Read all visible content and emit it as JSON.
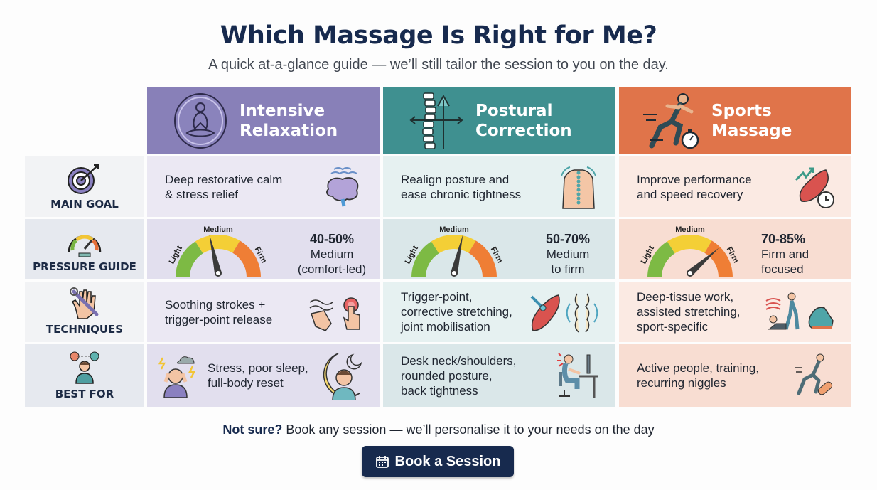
{
  "title": "Which Massage Is Right for Me?",
  "subtitle": "A quick at-a-glance guide — we’ll still tailor the session to you on the day.",
  "colors": {
    "navy": "#172a4e",
    "relax_header": "#8880b8",
    "postural_header": "#3f9090",
    "sports_header": "#e0744a",
    "relax_cell": "#ebe8f3",
    "relax_cell_alt": "#e2dfee",
    "postural_cell": "#e6f1f1",
    "postural_cell_alt": "#dae7e9",
    "sports_cell": "#fbeae3",
    "sports_cell_alt": "#f8ddd2",
    "label_cell": "#f2f3f5",
    "label_cell_alt": "#e6e9ef"
  },
  "row_labels": [
    {
      "label": "MAIN GOAL",
      "icon": "target-icon"
    },
    {
      "label": "PRESSURE GUIDE",
      "icon": "gauge-icon"
    },
    {
      "label": "TECHNIQUES",
      "icon": "hand-wrench-icon"
    },
    {
      "label": "BEST FOR",
      "icon": "person-icon"
    }
  ],
  "gauge_labels": {
    "light": "Light",
    "medium": "Medium",
    "firm": "Firm"
  },
  "columns": [
    {
      "title": "Intensive\nRelaxation",
      "header_icon": "meditation-icon",
      "main_goal": "Deep restorative calm\n& stress relief",
      "main_goal_icon": "brain-icon",
      "pressure_pct": "40-50%",
      "pressure_desc": "Medium\n(comfort-led)",
      "pressure_needle": 0.42,
      "techniques": "Soothing strokes +\ntrigger-point release",
      "techniques_icon": "hands-icon",
      "best_for": "Stress, poor sleep,\nfull-body reset",
      "best_for_icon": "sleep-icon"
    },
    {
      "title": "Postural\nCorrection",
      "header_icon": "spine-icon",
      "main_goal": "Realign posture and\nease chronic tightness",
      "main_goal_icon": "back-icon",
      "pressure_pct": "50-70%",
      "pressure_desc": "Medium\nto firm",
      "pressure_needle": 0.58,
      "techniques": "Trigger-point,\ncorrective stretching,\njoint mobilisation",
      "techniques_icon": "muscle-joint-icon",
      "best_for": "Desk neck/shoulders,\nrounded posture,\nback tightness",
      "best_for_icon": "desk-worker-icon"
    },
    {
      "title": "Sports\nMassage",
      "header_icon": "runner-icon",
      "main_goal": "Improve performance\nand speed recovery",
      "main_goal_icon": "muscle-recovery-icon",
      "pressure_pct": "70-85%",
      "pressure_desc": "Firm and\nfocused",
      "pressure_needle": 0.8,
      "techniques": "Deep-tissue work,\nassisted stretching,\nsport-specific",
      "techniques_icon": "stretch-shoe-icon",
      "best_for": "Active people, training,\nrecurring niggles",
      "best_for_icon": "runner-bandage-icon"
    }
  ],
  "footer": {
    "note_bold": "Not sure?",
    "note_rest": " Book any session — we’ll personalise it to your needs on the day",
    "button_label": "Book a Session",
    "button_icon": "calendar-icon"
  }
}
